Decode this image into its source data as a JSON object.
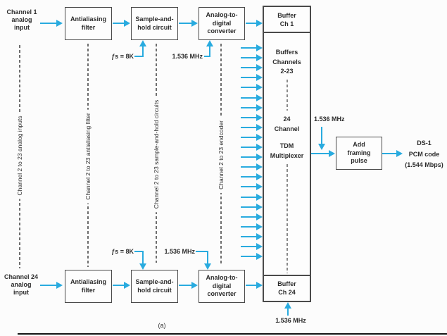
{
  "caption": "(a)",
  "inputs": {
    "channel1_label": "Channel 1\nanalog\ninput",
    "channel24_label": "Channel 24\nanalog\ninput"
  },
  "blocks": {
    "antialiasing_filter": "Antialiasing\nfilter",
    "sample_and_hold": "Sample-and-\nhold circuit",
    "adc": "Analog-to-\ndigital\nconverter",
    "add_framing_pulse": "Add\nframing\npulse"
  },
  "mux": {
    "buffer_ch1": "Buffer\nCh 1",
    "buffers_ch2_23": "Buffers\nChannels\n2-23",
    "channel_count": "24\nChannel",
    "tdm_multiplexer": "TDM\nMultiplexer",
    "buffer_ch24": "Buffer\nCh 24",
    "input_arrow_count": 22
  },
  "clocks": {
    "fs": "ƒs = 8K",
    "mhz": "1.536 MHz"
  },
  "dashed_labels": [
    "Channel 2 to 23 analog inputs",
    "Channel 2 to 23 antialiasing filter",
    "Channel 2 to 23 sample-and-hold circuits",
    "Channel 2 to 23 endcoder"
  ],
  "output": {
    "ds1_label": "DS-1\nPCM code\n(1.544 Mbps)"
  },
  "colors": {
    "arrow": "#29abdf",
    "border": "#4a4a4a",
    "text": "#2b2b2b"
  }
}
